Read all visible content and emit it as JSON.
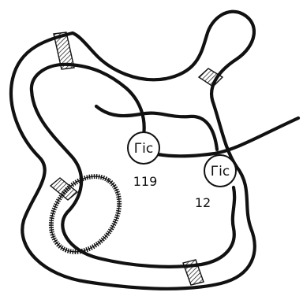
{
  "residues": [
    {
      "label": "Гіс",
      "number": "119"
    },
    {
      "label": "Гіс",
      "number": "12"
    }
  ],
  "colors": {
    "line": "#111111",
    "background": "#ffffff"
  },
  "disulfide_bonds": 4,
  "helix_ellipses": 1
}
